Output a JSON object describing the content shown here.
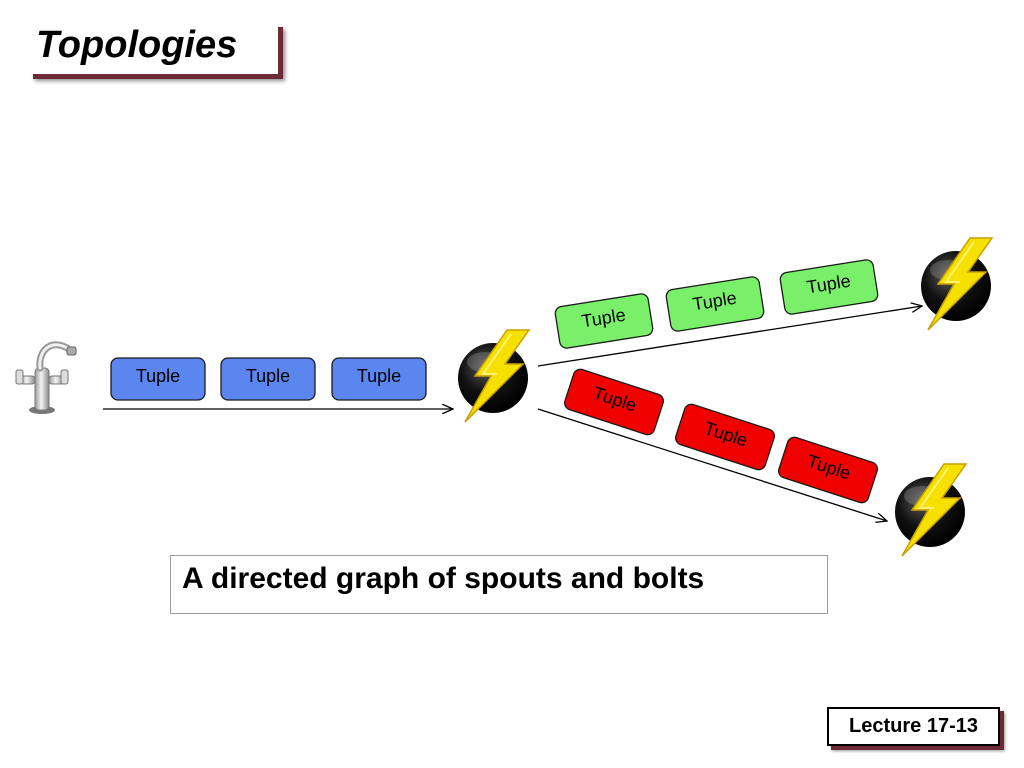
{
  "slide": {
    "title": "Topologies",
    "caption": "A directed graph of spouts and bolts",
    "footer": "Lecture 17-13"
  },
  "colors": {
    "blue_tuple": "#5b86f0",
    "green_tuple": "#7af06a",
    "red_tuple": "#f00000",
    "bolt_body": "#000000",
    "bolt_lightning": "#f5e000",
    "title_shadow": "#6b2a35"
  },
  "icons": {
    "spout": "faucet-icon",
    "bolt": "lightning-bolt-icon"
  },
  "tuples": {
    "blue": [
      "Tuple",
      "Tuple",
      "Tuple"
    ],
    "green": [
      "Tuple",
      "Tuple",
      "Tuple"
    ],
    "red": [
      "Tuple",
      "Tuple",
      "Tuple"
    ]
  }
}
